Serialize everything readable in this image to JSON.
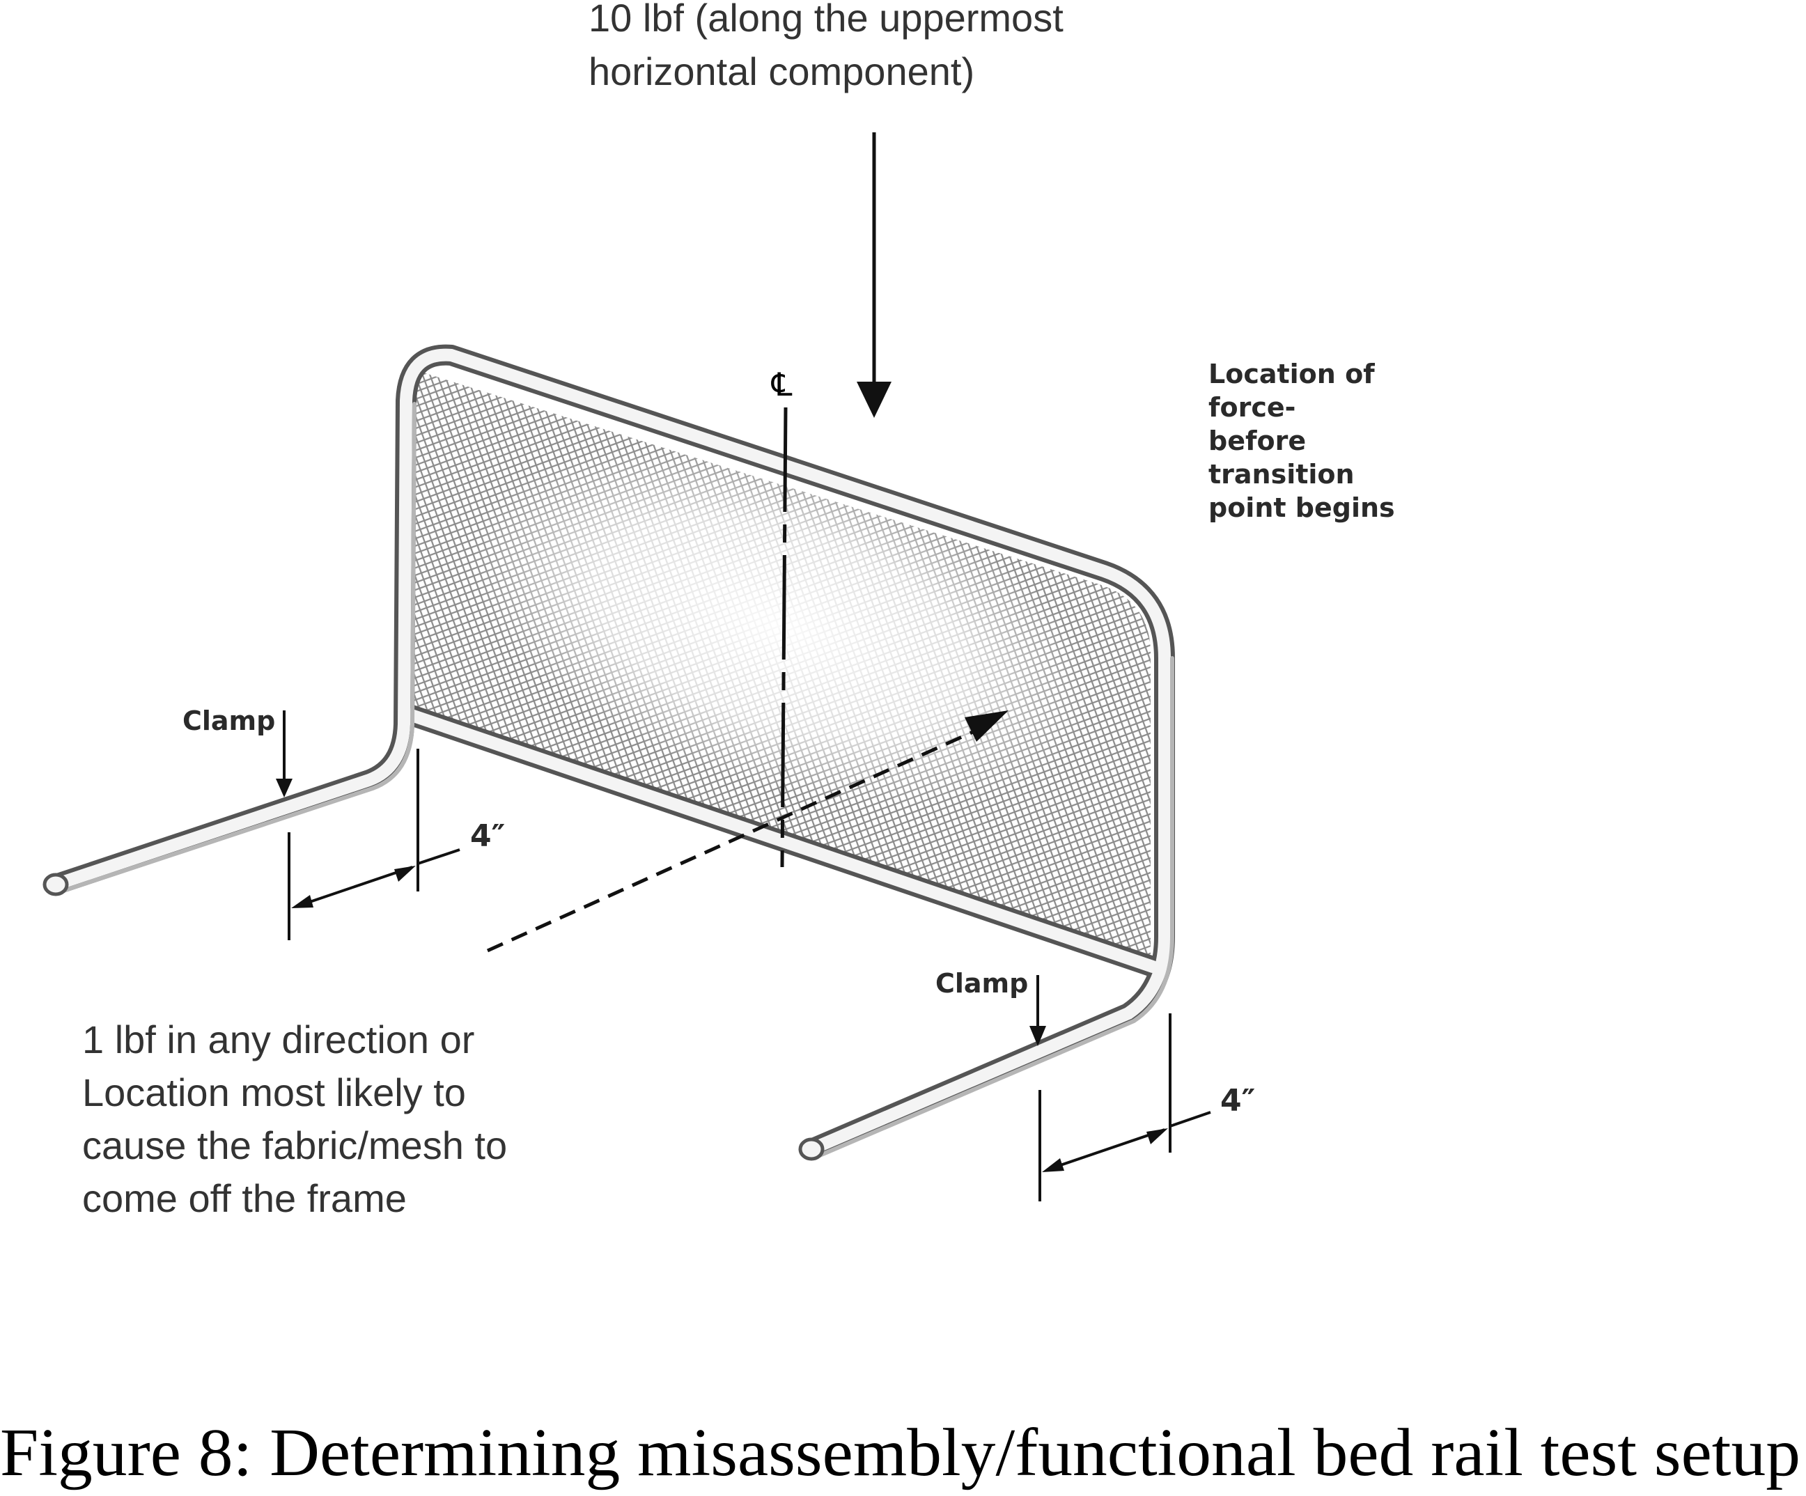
{
  "labels": {
    "top_force": [
      "10 lbf (along the uppermost",
      "horizontal component)"
    ],
    "location_note": [
      "Location of",
      "force-",
      "before",
      "transition",
      "point begins"
    ],
    "centerline_symbol": "℄",
    "clamp_left": "Clamp",
    "clamp_right": "Clamp",
    "dim_left": "4″",
    "dim_right": "4″",
    "side_force": [
      "1 lbf in any direction or",
      "Location most likely to",
      "cause the fabric/mesh to",
      "come off the frame"
    ]
  },
  "caption": "Figure 8: Determining misassembly/functional bed rail test setup"
}
